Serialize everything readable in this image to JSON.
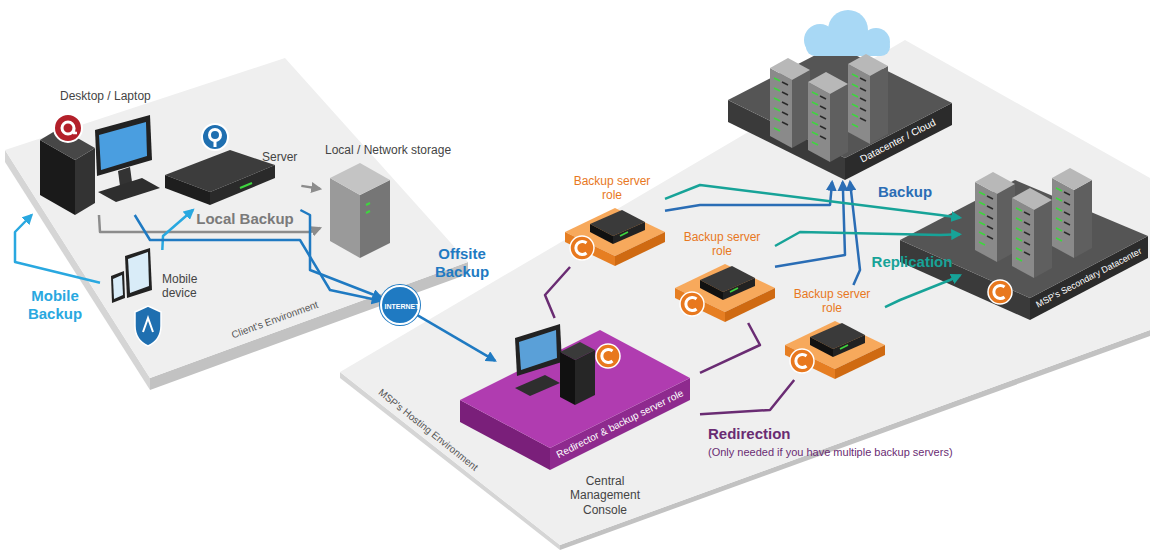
{
  "diagram": {
    "nodes": [
      {
        "text": [
          "Client's Environment"
        ]
      },
      {
        "text": [
          "Desktop / Laptop"
        ],
        "in": 0
      },
      {
        "text": [
          "Server"
        ],
        "in": 0
      },
      {
        "text": [
          "Local / Network storage"
        ],
        "in": 0
      },
      {
        "text": [
          "Mobile device"
        ],
        "in": 0
      },
      {
        "text": [
          "INTERNET"
        ]
      },
      {
        "text": [
          "MSP's Hosting Environment"
        ]
      },
      {
        "text": [
          "Redirector & backup server role",
          "Central Management Console"
        ],
        "in": 6
      },
      {
        "text": [
          "Backup server role"
        ],
        "in": 6
      },
      {
        "text": [
          "Backup server role"
        ],
        "in": 6
      },
      {
        "text": [
          "Backup server role"
        ],
        "in": 6
      },
      {
        "text": [
          "Datacenter / Cloud"
        ]
      },
      {
        "text": [
          "MSP's Secondary Datacenter"
        ]
      }
    ],
    "edges": [
      {
        "from": 1,
        "to": 3,
        "arrow": "to",
        "label": "Local Backup"
      },
      {
        "from": 2,
        "to": 3,
        "arrow": "to"
      },
      {
        "from": 4,
        "to": 1,
        "arrow": "to"
      },
      {
        "from": 4,
        "to": 2,
        "arrow": "to"
      },
      {
        "from": 1,
        "to": 5,
        "arrow": "to"
      },
      {
        "from": 2,
        "to": 5,
        "arrow": "to"
      },
      {
        "from": 5,
        "to": 7,
        "arrow": "to"
      },
      {
        "from": 7,
        "to": 8,
        "arrow": "none"
      },
      {
        "from": 7,
        "to": 9,
        "arrow": "none"
      },
      {
        "from": 7,
        "to": 10,
        "arrow": "none"
      },
      {
        "from": 8,
        "to": 11,
        "arrow": "to",
        "label": "Backup"
      },
      {
        "from": 9,
        "to": 11,
        "arrow": "to"
      },
      {
        "from": 10,
        "to": 11,
        "arrow": "to"
      },
      {
        "from": 8,
        "to": 12,
        "arrow": "to"
      },
      {
        "from": 9,
        "to": 12,
        "arrow": "to",
        "label": "Replication"
      },
      {
        "from": 10,
        "to": 12,
        "arrow": "to"
      }
    ],
    "labels": [
      "Mobile Backup",
      "Offsite Backup",
      "Redirection",
      "(Only needed if you have multiple backup servers)"
    ]
  }
}
